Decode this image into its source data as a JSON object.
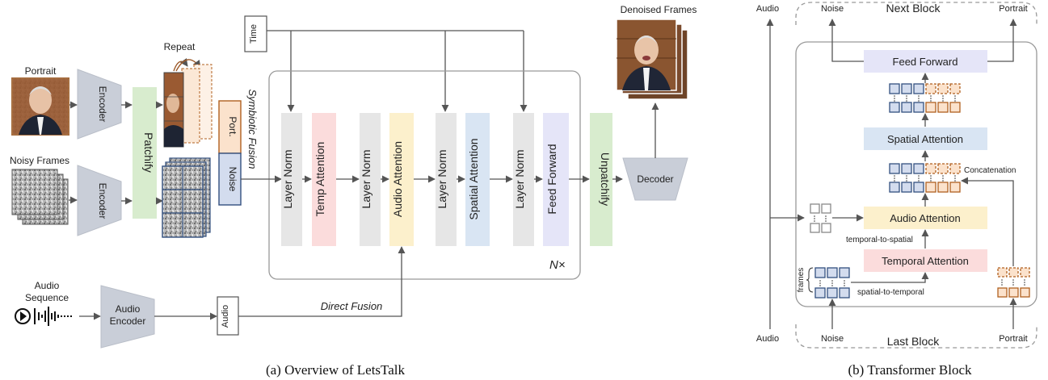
{
  "overview": {
    "portrait_label": "Portrait",
    "noisy_frames_label": "Noisy Frames",
    "encoder_top": "Encoder",
    "encoder_bottom": "Encoder",
    "patchify": "Patchify",
    "repeat_label": "Repeat",
    "port_label": "Port.",
    "noise_label": "Noise",
    "symbiotic_fusion": "Symbiotic Fusion",
    "time_label": "Time",
    "blocks": [
      "Layer Norm",
      "Temp Attention",
      "Layer Norm",
      "Audio Attention",
      "Layer Norm",
      "Spatial Attention",
      "Layer Norm",
      "Feed Forward"
    ],
    "n_times": "N×",
    "unpatchify": "Unpatchify",
    "decoder": "Decoder",
    "denoised_frames": "Denoised Frames",
    "audio_sequence_1": "Audio",
    "audio_sequence_2": "Sequence",
    "audio_encoder_1": "Audio",
    "audio_encoder_2": "Encoder",
    "audio_token": "Audio",
    "direct_fusion": "Direct Fusion",
    "caption": "(a) Overview of LetsTalk"
  },
  "block": {
    "next_block": "Next Block",
    "last_block": "Last Block",
    "noise_top": "Noise",
    "portrait_top": "Portrait",
    "audio_top": "Audio",
    "audio_bottom": "Audio",
    "noise_bottom": "Noise",
    "portrait_bottom": "Portrait",
    "feed_forward": "Feed Forward",
    "spatial_attention": "Spatial Attention",
    "concatenation": "Concatenation",
    "audio_attention": "Audio Attention",
    "temporal_to_spatial": "temporal-to-spatial",
    "temporal_attention": "Temporal Attention",
    "spatial_to_temporal": "spatial-to-temporal",
    "frames": "frames",
    "caption": "(b) Transformer Block"
  },
  "colors": {
    "encoder": "#c9ced8",
    "patchify": "#d8ecce",
    "layer_norm": "#e6e6e6",
    "temp_attention": "#fbdcdc",
    "audio_attention": "#fcf0cc",
    "spatial_attention": "#d9e5f3",
    "feed_forward": "#e5e5f8",
    "noise_token": "#d3dcee",
    "portrait_token": "#fbe2cc",
    "token_blue_stroke": "#33507f",
    "token_orange_stroke": "#b06020"
  }
}
